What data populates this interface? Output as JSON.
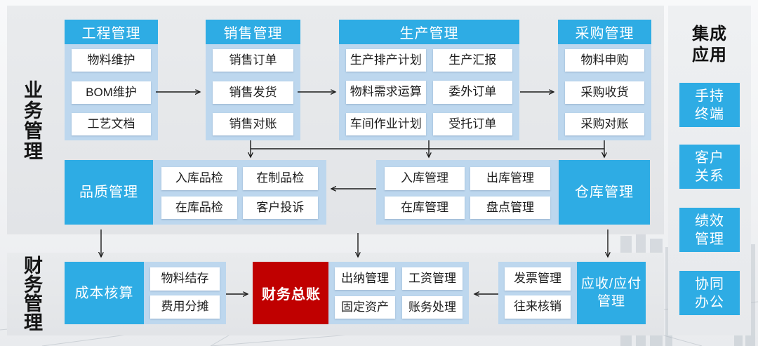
{
  "colors": {
    "accent_blue": "#2eace4",
    "container_blue": "#bdd7ee",
    "ledger_red": "#c00000"
  },
  "section_labels": {
    "business": "业务管理",
    "finance": "财务管理"
  },
  "top_columns": [
    {
      "header": "工程管理",
      "items": [
        "物料维护",
        "BOM维护",
        "工艺文档"
      ]
    },
    {
      "header": "销售管理",
      "items": [
        "销售订单",
        "销售发货",
        "销售对账"
      ]
    },
    {
      "header": "生产管理",
      "items": [
        "生产排产计划",
        "生产汇报",
        "物料需求运算",
        "委外订单",
        "车间作业计划",
        "受托订单"
      ]
    },
    {
      "header": "采购管理",
      "items": [
        "物料申购",
        "采购收货",
        "采购对账"
      ]
    }
  ],
  "middle_row": {
    "quality_box": "品质管理",
    "quality_items": [
      "入库品检",
      "在制品检",
      "在库品检",
      "客户投诉"
    ],
    "store_items": [
      "入库管理",
      "出库管理",
      "在库管理",
      "盘点管理"
    ],
    "warehouse_box": "仓库管理"
  },
  "finance_row": {
    "cost_box": "成本核算",
    "cost_items": [
      "物料结存",
      "费用分摊"
    ],
    "ledger_box": "财务总账",
    "cashier_items": [
      "出纳管理",
      "工资管理",
      "固定资产",
      "账务处理"
    ],
    "invoice_items": [
      "发票管理",
      "往来核销"
    ],
    "receivable_box": "应收/应付\n管理"
  },
  "sidebar": {
    "title": "集成\n应用",
    "items": [
      "手持\n终端",
      "客户\n关系",
      "绩效\n管理",
      "协同\n办公"
    ]
  }
}
